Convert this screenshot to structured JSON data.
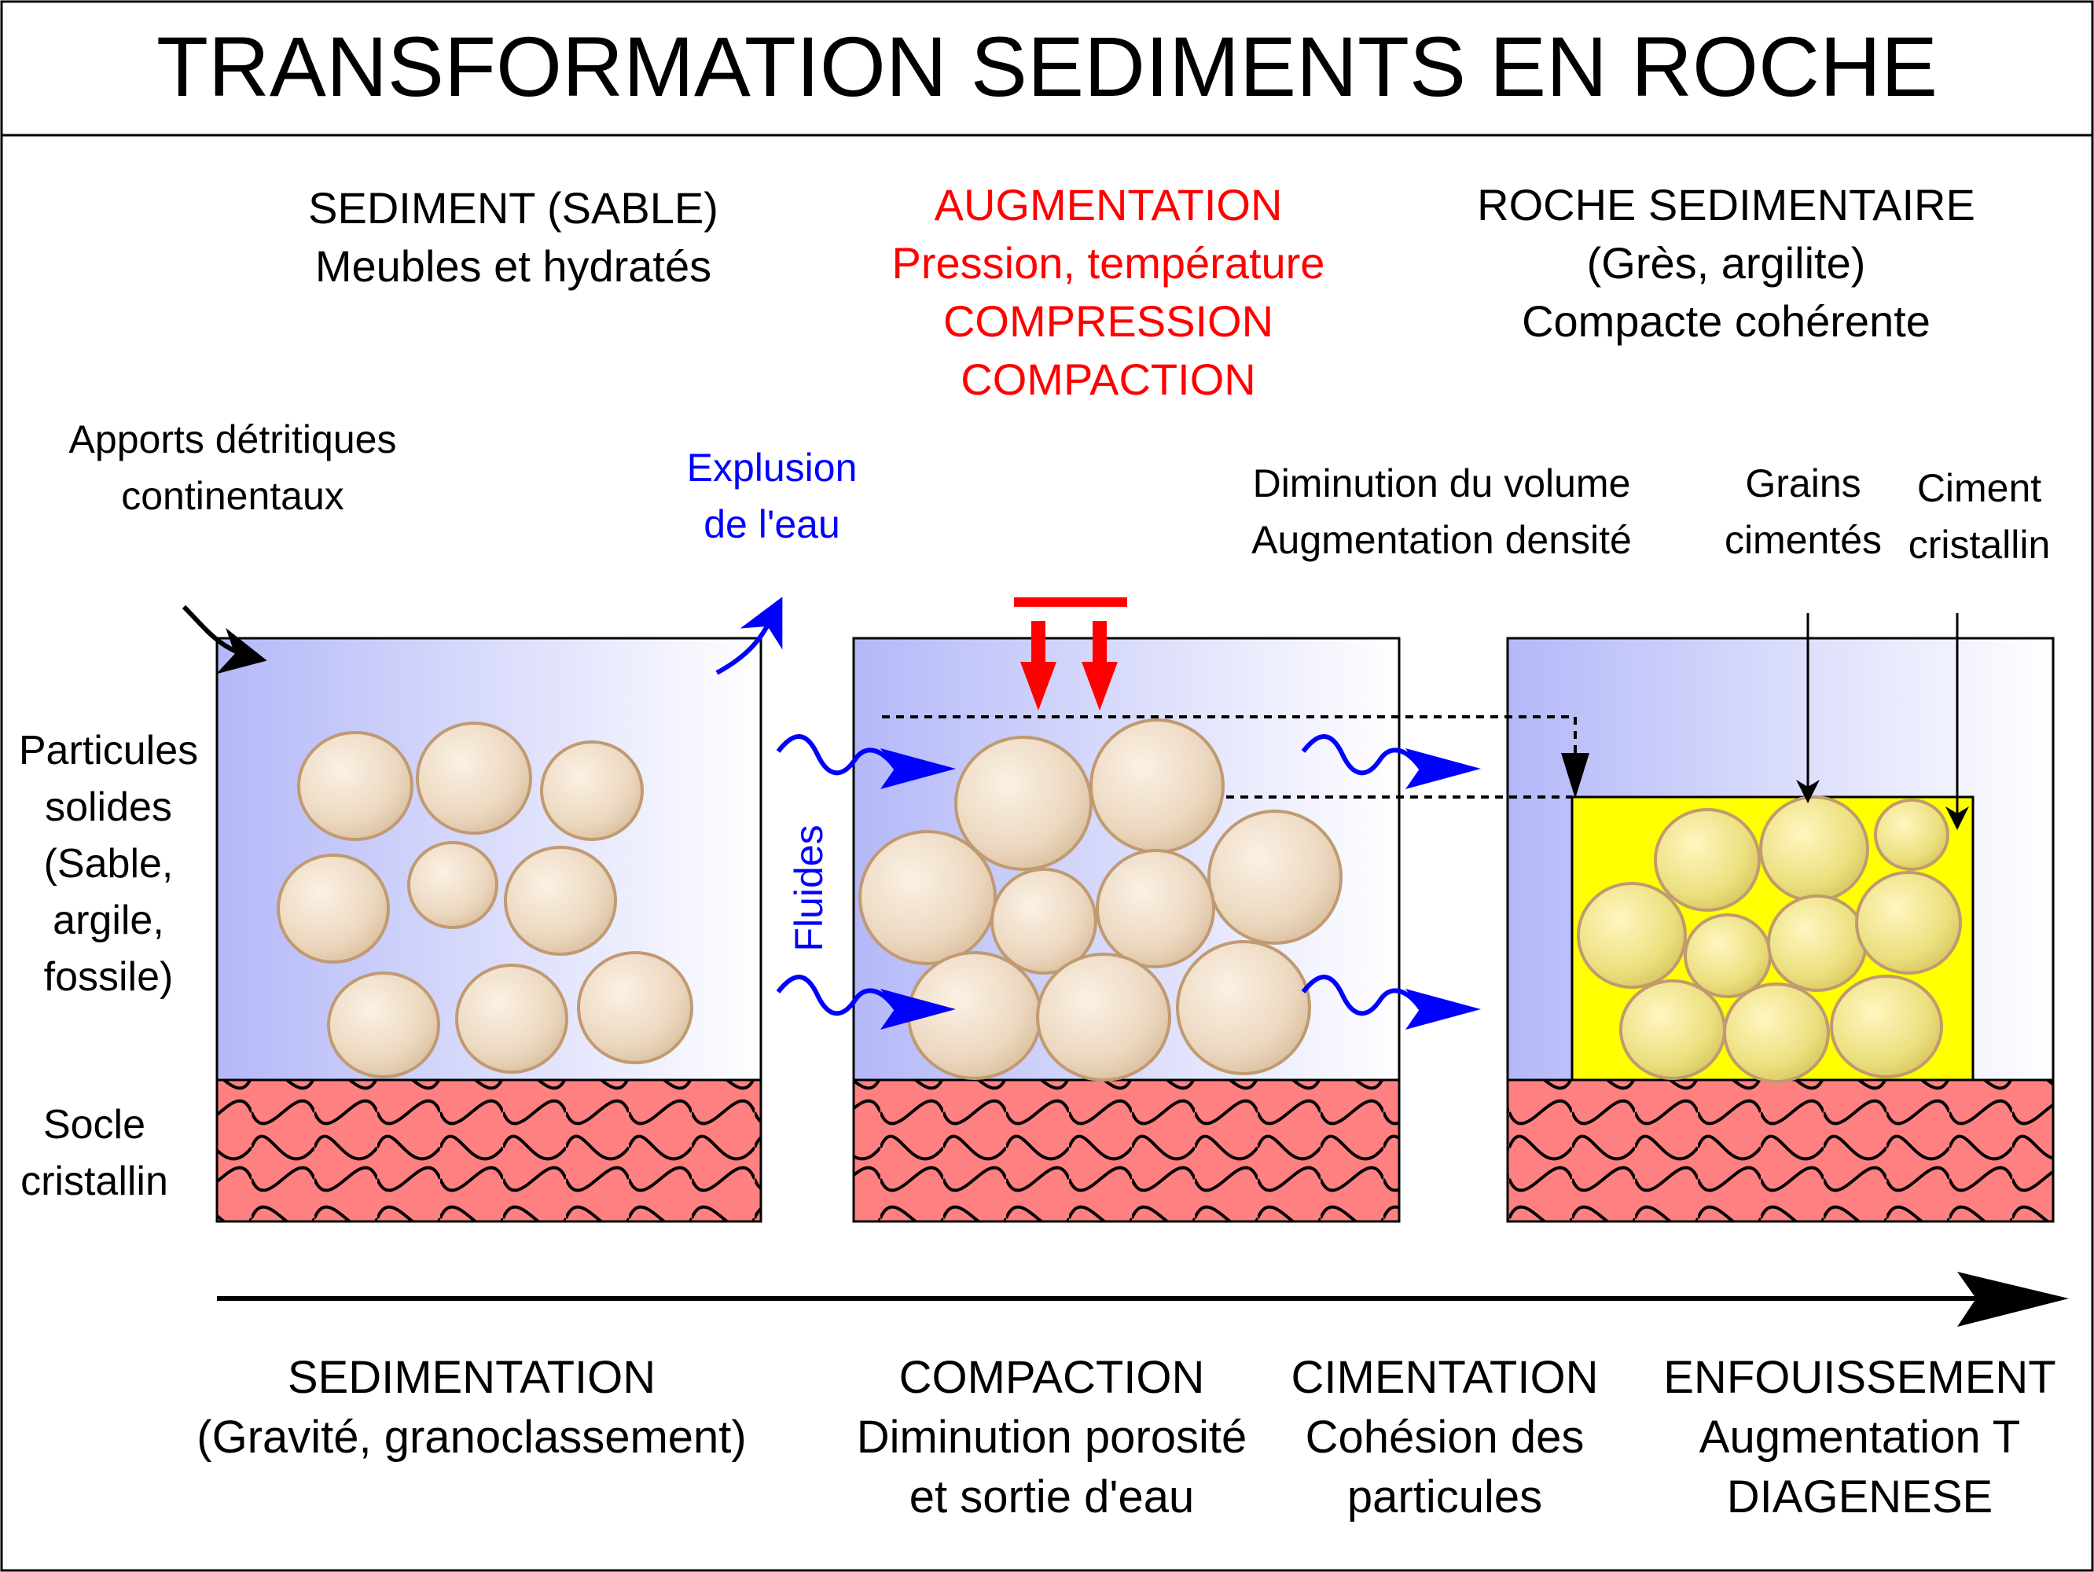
{
  "title": "TRANSFORMATION SEDIMENTS EN ROCHE",
  "headers": {
    "sediment": [
      "SEDIMENT (SABLE)",
      "Meubles et hydratés"
    ],
    "augmentation": [
      "AUGMENTATION",
      "Pression, température",
      "COMPRESSION",
      "COMPACTION"
    ],
    "roche": [
      "ROCHE SEDIMENTAIRE",
      "(Grès, argilite)",
      "Compacte cohérente"
    ]
  },
  "labels": {
    "apports": [
      "Apports détritiques",
      "continentaux"
    ],
    "explusion": [
      "Explusion",
      "de l'eau"
    ],
    "diminution": [
      "Diminution du volume",
      "Augmentation densité"
    ],
    "grains": [
      "Grains",
      "cimentés"
    ],
    "ciment": [
      "Ciment",
      "cristallin"
    ],
    "particules": [
      "Particules",
      "solides",
      "(Sable,",
      "argile,",
      "fossile)"
    ],
    "socle": [
      "Socle",
      "cristallin"
    ],
    "fluides": "Fluides"
  },
  "stages": {
    "sedimentation": [
      "SEDIMENTATION",
      "(Gravité, granoclassement)"
    ],
    "compaction": [
      "COMPACTION",
      "Diminution porosité",
      "et sortie d'eau"
    ],
    "cimentation": [
      "CIMENTATION",
      "Cohésion des",
      "particules"
    ],
    "enfouissement": [
      "ENFOUISSEMENT",
      "Augmentation T",
      "DIAGENESE"
    ]
  },
  "colors": {
    "water": "#b4b8f8",
    "basement": "#ff8080",
    "cement": "#ffff00",
    "grain": "#e8d2b8",
    "grain_outline": "#c09a70",
    "pressure": "#ff0000",
    "fluid": "#0000ff"
  }
}
